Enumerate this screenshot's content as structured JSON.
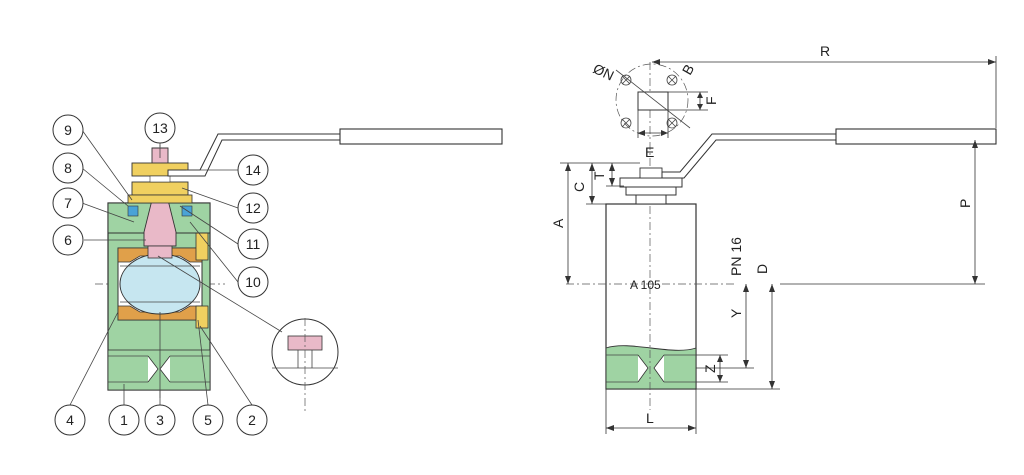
{
  "diagram": {
    "left_view": {
      "part_numbers": [
        "1",
        "2",
        "3",
        "4",
        "5",
        "6",
        "7",
        "8",
        "9",
        "10",
        "11",
        "12",
        "13",
        "14"
      ]
    },
    "right_view": {
      "dimensions": {
        "R": "R",
        "N": "ØN",
        "B": "B",
        "F": "F",
        "E": "E",
        "C": "C",
        "T": "T",
        "A": "A",
        "P": "P",
        "D": "D",
        "Y": "Y",
        "PN": "PN 16",
        "Z": "Z",
        "L": "L"
      },
      "material": "A 105"
    }
  },
  "colors": {
    "body": "#9fd3a3",
    "seat": "#e0a04a",
    "ball": "#c6e6f0",
    "stem": "#e9b9c8",
    "nut": "#f0d060",
    "blue": "#4aa3d6",
    "line": "#333333"
  }
}
